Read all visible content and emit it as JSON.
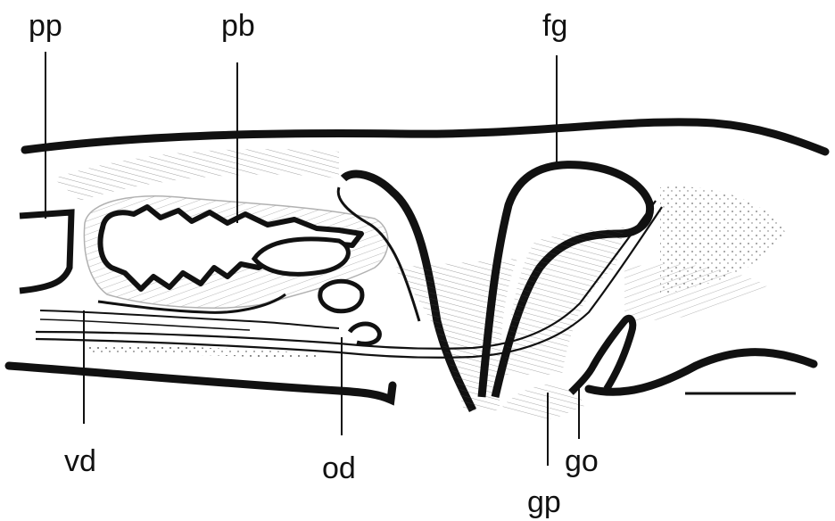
{
  "labels": {
    "pp": "pp",
    "pb": "pb",
    "fg": "fg",
    "vd": "vd",
    "od": "od",
    "go": "go",
    "gp": "gp"
  },
  "colors": {
    "ink": "#111111",
    "background": "#ffffff"
  }
}
